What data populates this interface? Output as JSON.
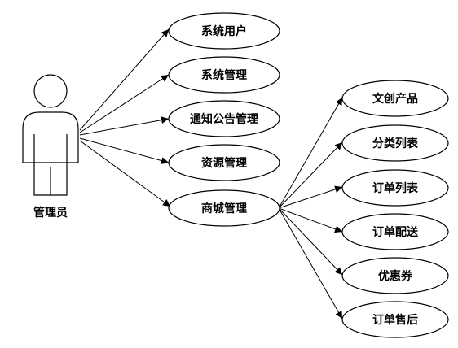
{
  "actor": {
    "label": "管理员"
  },
  "use_cases": [
    {
      "id": "uc1",
      "label": "系统用户"
    },
    {
      "id": "uc2",
      "label": "系统管理"
    },
    {
      "id": "uc3",
      "label": "通知公告管理"
    },
    {
      "id": "uc4",
      "label": "资源管理"
    },
    {
      "id": "uc5",
      "label": "商城管理"
    }
  ],
  "sub_use_cases": [
    {
      "id": "sub1",
      "label": "文创产品"
    },
    {
      "id": "sub2",
      "label": "分类列表"
    },
    {
      "id": "sub3",
      "label": "订单列表"
    },
    {
      "id": "sub4",
      "label": "订单配送"
    },
    {
      "id": "sub5",
      "label": "优惠券"
    },
    {
      "id": "sub6",
      "label": "订单售后"
    }
  ],
  "colors": {
    "stroke": "#000000",
    "fill": "#ffffff"
  }
}
